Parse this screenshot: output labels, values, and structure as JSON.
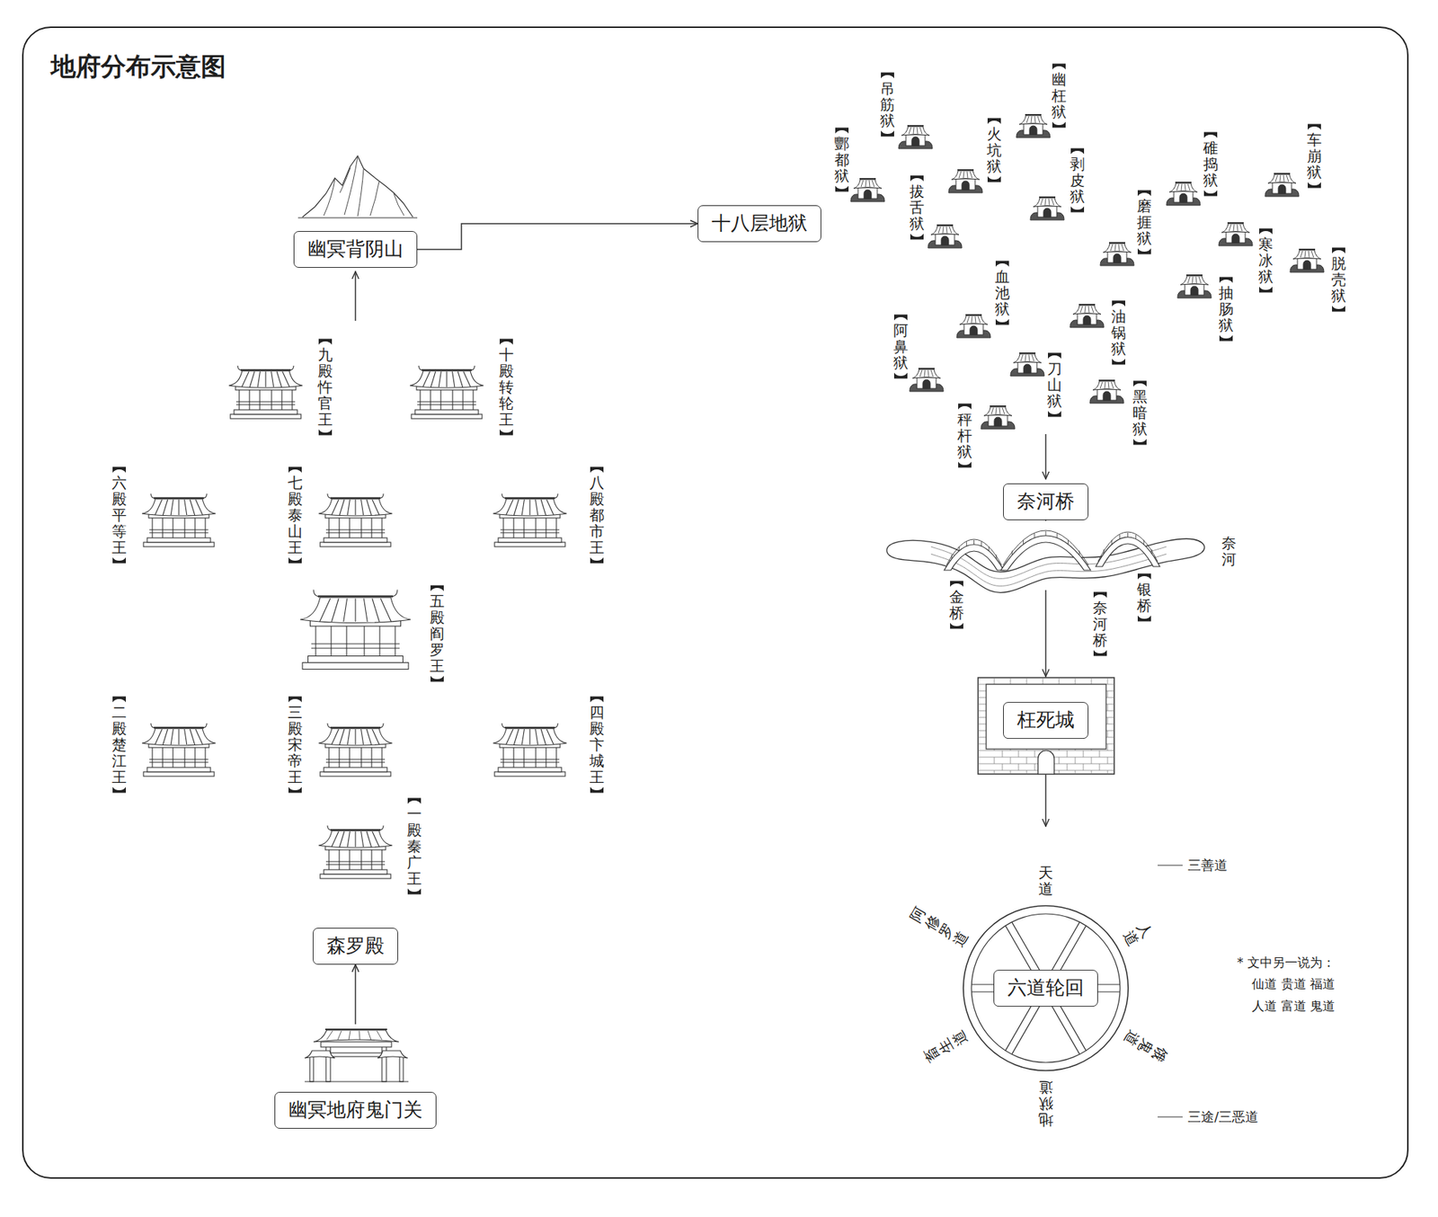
{
  "diagram": {
    "title": "地府分布示意图",
    "nodes": [
      {
        "text": [
          "幽冥地府鬼门关"
        ]
      },
      {
        "text": [
          "森罗殿"
        ]
      },
      {
        "text": [
          "幽冥背阴山"
        ]
      },
      {
        "text": [
          "十八层地狱"
        ]
      },
      {
        "text": [
          "奈河桥"
        ]
      },
      {
        "text": [
          "枉死城"
        ]
      },
      {
        "text": [
          "六道轮回"
        ]
      }
    ],
    "edges": [
      {
        "from": 0,
        "to": 1,
        "arrow": "to"
      },
      {
        "from": 2,
        "to": 3,
        "arrow": "to"
      },
      {
        "from": 4,
        "to": 5,
        "arrow": "to"
      },
      {
        "from": 5,
        "to": 6,
        "arrow": "to"
      }
    ],
    "labels": [
      "九殿忤官王",
      "十殿转轮王",
      "六殿平等王",
      "七殿泰山王",
      "八殿都市王",
      "五殿阎罗王",
      "二殿楚江王",
      "三殿宋帝王",
      "四殿卞城王",
      "一殿秦广王",
      "幽枉狱",
      "吊筋狱",
      "火坑狱",
      "酆都狱",
      "车崩狱",
      "碓捣狱",
      "剥皮狱",
      "拔舌狱",
      "磨捱狱",
      "寒冰狱",
      "脱壳狱",
      "血池狱",
      "抽肠狱",
      "油锅狱",
      "阿鼻狱",
      "刀山狱",
      "黑暗狱",
      "秤杆狱",
      "奈河",
      "金桥",
      "奈河桥",
      "银桥",
      "天道",
      "阿修罗道",
      "人道",
      "畜生道",
      "饿鬼道",
      "地狱道",
      "三善道",
      "* 文中另一说为：",
      "仙道 贵道 福道",
      "人道 富道 鬼道",
      "三途/三恶道"
    ]
  }
}
